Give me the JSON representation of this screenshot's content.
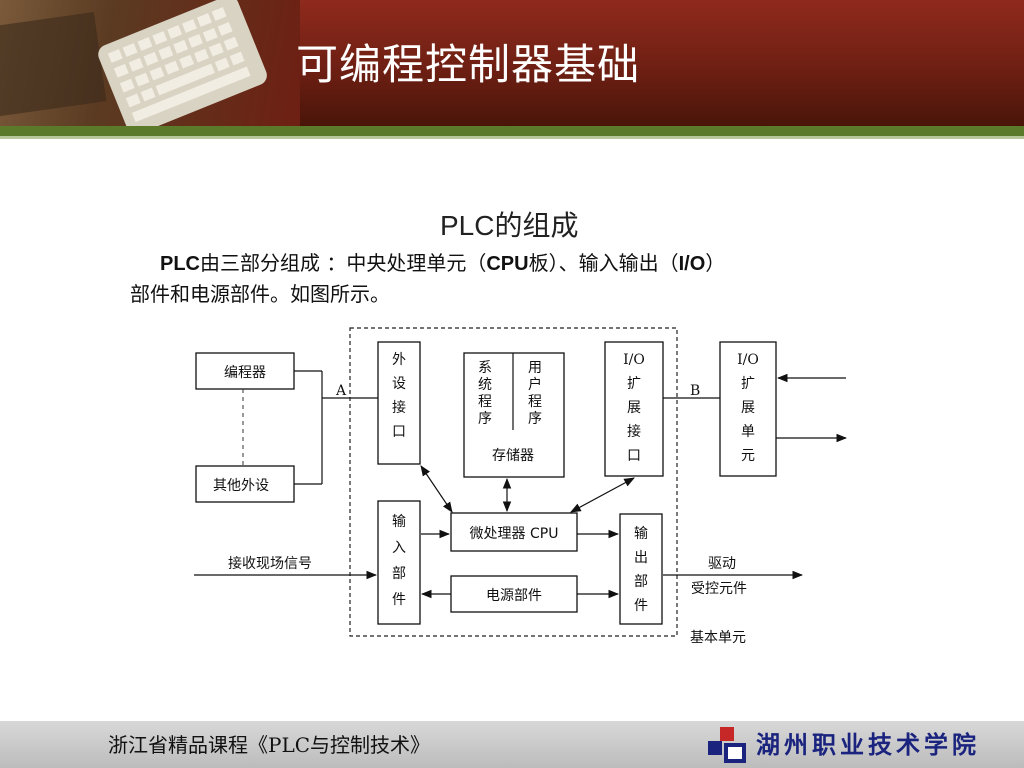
{
  "header": {
    "title": "可编程控制器基础"
  },
  "content": {
    "subtitle": "PLC的组成",
    "desc_p1": "PLC",
    "desc_p2": "由三部分组成 ：中央处理单元（",
    "desc_p3": "CPU",
    "desc_p4": "板）、输入输出（",
    "desc_p5": "I/O",
    "desc_p6": "）",
    "desc_line2": "部件和电源部件。如图所示。"
  },
  "diagram": {
    "programmer": "编程器",
    "other_peripherals": "其他外设",
    "label_a": "A",
    "label_b": "B",
    "peripheral_interface": [
      "外",
      "设",
      "接",
      "口"
    ],
    "system_program": [
      "系",
      "统",
      "程",
      "序"
    ],
    "user_program": [
      "用",
      "户",
      "程",
      "序"
    ],
    "memory": "存储器",
    "io_expansion_interface": [
      "I/O",
      "扩",
      "展",
      "接",
      "口"
    ],
    "io_expansion_unit": [
      "I/O",
      "扩",
      "展",
      "单",
      "元"
    ],
    "input_unit": [
      "输",
      "入",
      "部",
      "件"
    ],
    "cpu": "微处理器 CPU",
    "power_unit": "电源部件",
    "output_unit": [
      "输",
      "出",
      "部",
      "件"
    ],
    "receive_field_signal": "接收现场信号",
    "drive": "驱动",
    "controlled_element": "受控元件",
    "basic_unit": "基本单元"
  },
  "footer": {
    "course": "浙江省精品课程《PLC与控制技术》",
    "college": "湖州职业技术学院"
  }
}
